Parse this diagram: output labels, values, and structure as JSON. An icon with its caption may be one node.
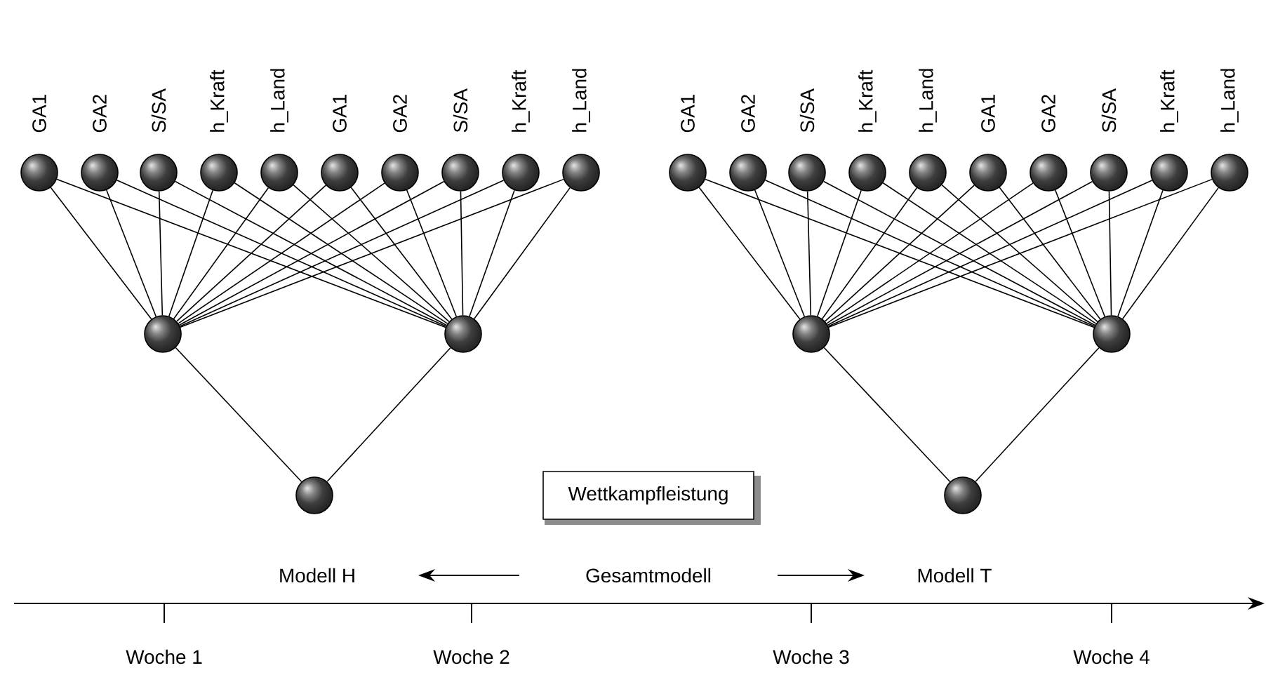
{
  "diagram": {
    "nodes": [
      {
        "text": [],
        "shape": "circle",
        "beside": [
          "GA1"
        ]
      },
      {
        "text": [],
        "shape": "circle",
        "beside": [
          "GA2"
        ]
      },
      {
        "text": [],
        "shape": "circle",
        "beside": [
          "S/SA"
        ]
      },
      {
        "text": [],
        "shape": "circle",
        "beside": [
          "h_Kraft"
        ]
      },
      {
        "text": [],
        "shape": "circle",
        "beside": [
          "h_Land"
        ]
      },
      {
        "text": [],
        "shape": "circle",
        "beside": [
          "GA1"
        ]
      },
      {
        "text": [],
        "shape": "circle",
        "beside": [
          "GA2"
        ]
      },
      {
        "text": [],
        "shape": "circle",
        "beside": [
          "S/SA"
        ]
      },
      {
        "text": [],
        "shape": "circle",
        "beside": [
          "h_Kraft"
        ]
      },
      {
        "text": [],
        "shape": "circle",
        "beside": [
          "h_Land"
        ]
      },
      {
        "text": [],
        "shape": "circle",
        "beside": [
          "GA1"
        ]
      },
      {
        "text": [],
        "shape": "circle",
        "beside": [
          "GA2"
        ]
      },
      {
        "text": [],
        "shape": "circle",
        "beside": [
          "S/SA"
        ]
      },
      {
        "text": [],
        "shape": "circle",
        "beside": [
          "h_Kraft"
        ]
      },
      {
        "text": [],
        "shape": "circle",
        "beside": [
          "h_Land"
        ]
      },
      {
        "text": [],
        "shape": "circle",
        "beside": [
          "GA1"
        ]
      },
      {
        "text": [],
        "shape": "circle",
        "beside": [
          "GA2"
        ]
      },
      {
        "text": [],
        "shape": "circle",
        "beside": [
          "S/SA"
        ]
      },
      {
        "text": [],
        "shape": "circle",
        "beside": [
          "h_Kraft"
        ]
      },
      {
        "text": [],
        "shape": "circle",
        "beside": [
          "h_Land"
        ]
      },
      {
        "text": [],
        "shape": "circle"
      },
      {
        "text": [],
        "shape": "circle"
      },
      {
        "text": [],
        "shape": "circle"
      },
      {
        "text": [],
        "shape": "circle"
      },
      {
        "text": [],
        "shape": "circle"
      },
      {
        "text": [
          "Wettkampfleistung"
        ]
      },
      {
        "text": [],
        "shape": "circle"
      }
    ],
    "edges": [
      {
        "from": 0,
        "to": 20,
        "arrow": "none"
      },
      {
        "from": 0,
        "to": 21,
        "arrow": "none"
      },
      {
        "from": 1,
        "to": 20,
        "arrow": "none"
      },
      {
        "from": 1,
        "to": 21,
        "arrow": "none"
      },
      {
        "from": 2,
        "to": 20,
        "arrow": "none"
      },
      {
        "from": 2,
        "to": 21,
        "arrow": "none"
      },
      {
        "from": 3,
        "to": 20,
        "arrow": "none"
      },
      {
        "from": 3,
        "to": 21,
        "arrow": "none"
      },
      {
        "from": 4,
        "to": 20,
        "arrow": "none"
      },
      {
        "from": 4,
        "to": 21,
        "arrow": "none"
      },
      {
        "from": 5,
        "to": 20,
        "arrow": "none"
      },
      {
        "from": 5,
        "to": 21,
        "arrow": "none"
      },
      {
        "from": 6,
        "to": 20,
        "arrow": "none"
      },
      {
        "from": 6,
        "to": 21,
        "arrow": "none"
      },
      {
        "from": 7,
        "to": 20,
        "arrow": "none"
      },
      {
        "from": 7,
        "to": 21,
        "arrow": "none"
      },
      {
        "from": 8,
        "to": 20,
        "arrow": "none"
      },
      {
        "from": 8,
        "to": 21,
        "arrow": "none"
      },
      {
        "from": 9,
        "to": 20,
        "arrow": "none"
      },
      {
        "from": 9,
        "to": 21,
        "arrow": "none"
      },
      {
        "from": 10,
        "to": 22,
        "arrow": "none"
      },
      {
        "from": 10,
        "to": 23,
        "arrow": "none"
      },
      {
        "from": 11,
        "to": 22,
        "arrow": "none"
      },
      {
        "from": 11,
        "to": 23,
        "arrow": "none"
      },
      {
        "from": 12,
        "to": 22,
        "arrow": "none"
      },
      {
        "from": 12,
        "to": 23,
        "arrow": "none"
      },
      {
        "from": 13,
        "to": 22,
        "arrow": "none"
      },
      {
        "from": 13,
        "to": 23,
        "arrow": "none"
      },
      {
        "from": 14,
        "to": 22,
        "arrow": "none"
      },
      {
        "from": 14,
        "to": 23,
        "arrow": "none"
      },
      {
        "from": 15,
        "to": 22,
        "arrow": "none"
      },
      {
        "from": 15,
        "to": 23,
        "arrow": "none"
      },
      {
        "from": 16,
        "to": 22,
        "arrow": "none"
      },
      {
        "from": 16,
        "to": 23,
        "arrow": "none"
      },
      {
        "from": 17,
        "to": 22,
        "arrow": "none"
      },
      {
        "from": 17,
        "to": 23,
        "arrow": "none"
      },
      {
        "from": 18,
        "to": 22,
        "arrow": "none"
      },
      {
        "from": 18,
        "to": 23,
        "arrow": "none"
      },
      {
        "from": 19,
        "to": 22,
        "arrow": "none"
      },
      {
        "from": 19,
        "to": 23,
        "arrow": "none"
      },
      {
        "from": 20,
        "to": 24,
        "arrow": "none"
      },
      {
        "from": 21,
        "to": 24,
        "arrow": "none"
      },
      {
        "from": 22,
        "to": 26,
        "arrow": "none"
      },
      {
        "from": 23,
        "to": 26,
        "arrow": "none"
      }
    ],
    "labels": [
      "Modell H",
      "Gesamtmodell",
      "Modell T",
      "Woche 1",
      "Woche 2",
      "Woche 3",
      "Woche 4"
    ]
  }
}
